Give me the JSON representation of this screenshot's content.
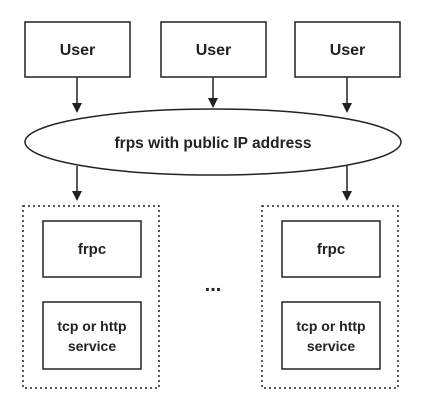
{
  "users": [
    {
      "label": "User"
    },
    {
      "label": "User"
    },
    {
      "label": "User"
    }
  ],
  "server": {
    "label": "frps with public IP address"
  },
  "clients": [
    {
      "frpc_label": "frpc",
      "service_line1": "tcp or http",
      "service_line2": "service"
    },
    {
      "frpc_label": "frpc",
      "service_line1": "tcp or http",
      "service_line2": "service"
    }
  ],
  "ellipsis": "...",
  "colors": {
    "stroke": "#222222",
    "fill": "#ffffff",
    "text": "#222222"
  }
}
